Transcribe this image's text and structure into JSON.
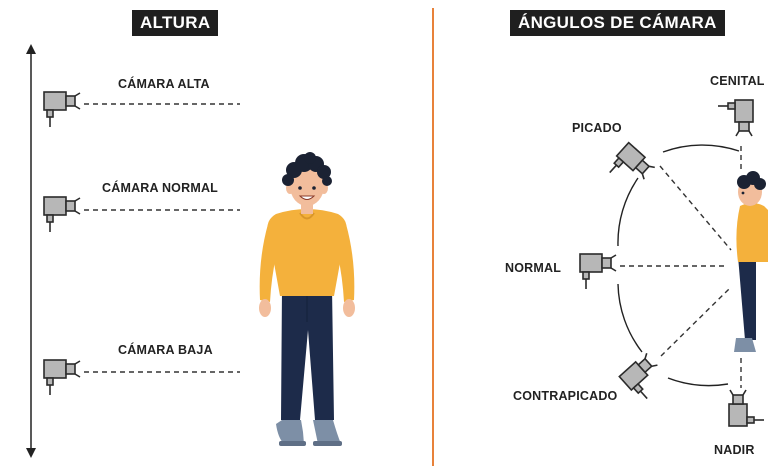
{
  "altura": {
    "title": "ALTURA",
    "labels": {
      "alta": "CÁMARA ALTA",
      "normal": "CÁMARA NORMAL",
      "baja": "CÁMARA BAJA"
    }
  },
  "angulos": {
    "title": "ÁNGULOS DE CÁMARA",
    "labels": {
      "cenital": "CENITAL",
      "picado": "PICADO",
      "normal": "NORMAL",
      "contrapicado": "CONTRAPICADO",
      "nadir": "NADIR"
    }
  },
  "colors": {
    "title_bg": "#1f1f1f",
    "divider": "#e8823a",
    "camera": "#b7b7b7",
    "camera_stroke": "#2b2b2b",
    "shirt": "#f4b13c",
    "pants": "#1d2b4a",
    "hair": "#1b2233",
    "skin": "#f2bd9c",
    "shoes": "#7d8fa6"
  },
  "icons": {
    "camera": "camera-icon",
    "arrow": "double-arrow-icon",
    "person": "person-figure"
  }
}
